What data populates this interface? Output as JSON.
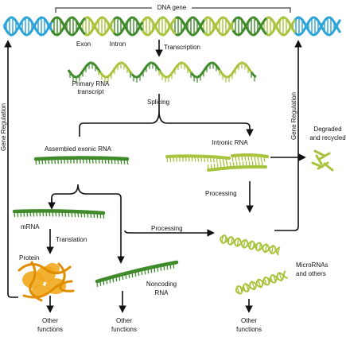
{
  "labels": {
    "dna_gene": "DNA gene",
    "exon": "Exon",
    "intron": "Intron",
    "transcription": "Transcription",
    "primary_rna_line1": "Primary RNA",
    "primary_rna_line2": "transcript",
    "splicing": "Splicing",
    "assembled_exonic_rna": "Assembled exonic RNA",
    "intronic_rna": "Intronic RNA",
    "degraded_line1": "Degraded",
    "degraded_line2": "and recycled",
    "processing_intronic": "Processing",
    "mrna": "mRNA",
    "translation": "Translation",
    "processing_exonic": "Processing",
    "protein": "Protein",
    "noncoding_line1": "Noncoding",
    "noncoding_line2": "RNA",
    "micrornas_line1": "MicroRNAs",
    "micrornas_line2": "and others",
    "other_functions_1_line1": "Other",
    "other_functions_1_line2": "functions",
    "other_functions_2_line1": "Other",
    "other_functions_2_line2": "functions",
    "other_functions_3_line1": "Other",
    "other_functions_3_line2": "functions",
    "gene_regulation_left": "Gene Regulation",
    "gene_regulation_right": "Gene Regulation"
  },
  "colors": {
    "exon_dark_green": "#3f8a2a",
    "intron_light_green": "#a8c43c",
    "dna_blue": "#2aa3d8",
    "protein_orange": "#f2a81d",
    "arrow": "#111111"
  }
}
